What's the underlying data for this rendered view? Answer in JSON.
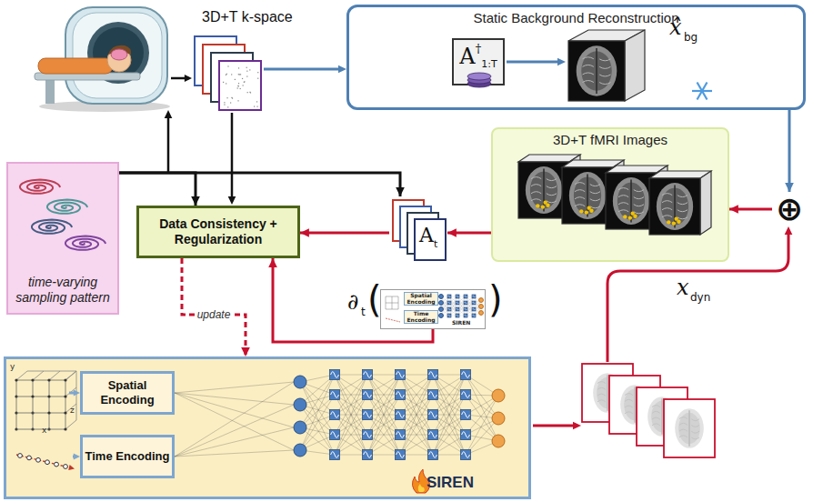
{
  "diagram": {
    "nodes": [
      {
        "text": [
          "Static Background Reconstruction"
        ]
      },
      {
        "text": [
          "A",
          "†",
          "1:T"
        ],
        "in": 0
      },
      {
        "text": [
          "time-varying sampling pattern"
        ]
      },
      {
        "text": [
          "Data Consistency + Regularization"
        ]
      },
      {
        "text": [
          "A",
          "t"
        ]
      },
      {
        "text": [
          "3D+T fMRI Images"
        ]
      },
      {
        "text": [
          "⊕"
        ]
      },
      {
        "text": [
          "Spatial Encoding",
          "Time Encoding",
          "SIREN"
        ]
      },
      {
        "text": [
          "SIREN"
        ]
      },
      {
        "text": [
          "Spatial Encoding"
        ],
        "in": 8
      },
      {
        "text": [
          "Time Encoding"
        ],
        "in": 8
      }
    ],
    "edges": [
      {
        "from": 2,
        "to": 3,
        "arrow": "to"
      },
      {
        "from": 2,
        "to": 4,
        "arrow": "to"
      },
      {
        "from": 0,
        "to": 6,
        "arrow": "to"
      },
      {
        "from": 6,
        "to": 5,
        "arrow": "to"
      },
      {
        "from": 5,
        "to": 4,
        "arrow": "to"
      },
      {
        "from": 4,
        "to": 3,
        "arrow": "to"
      },
      {
        "from": 7,
        "to": 3,
        "arrow": "to"
      },
      {
        "from": 3,
        "to": 8,
        "label": "update",
        "arrow": "to"
      }
    ],
    "labels": [
      "3D+T k-space",
      "x̂",
      "bg",
      "∂",
      "t",
      "(",
      ")",
      "x",
      "dyn",
      "y",
      "x",
      "z"
    ]
  }
}
